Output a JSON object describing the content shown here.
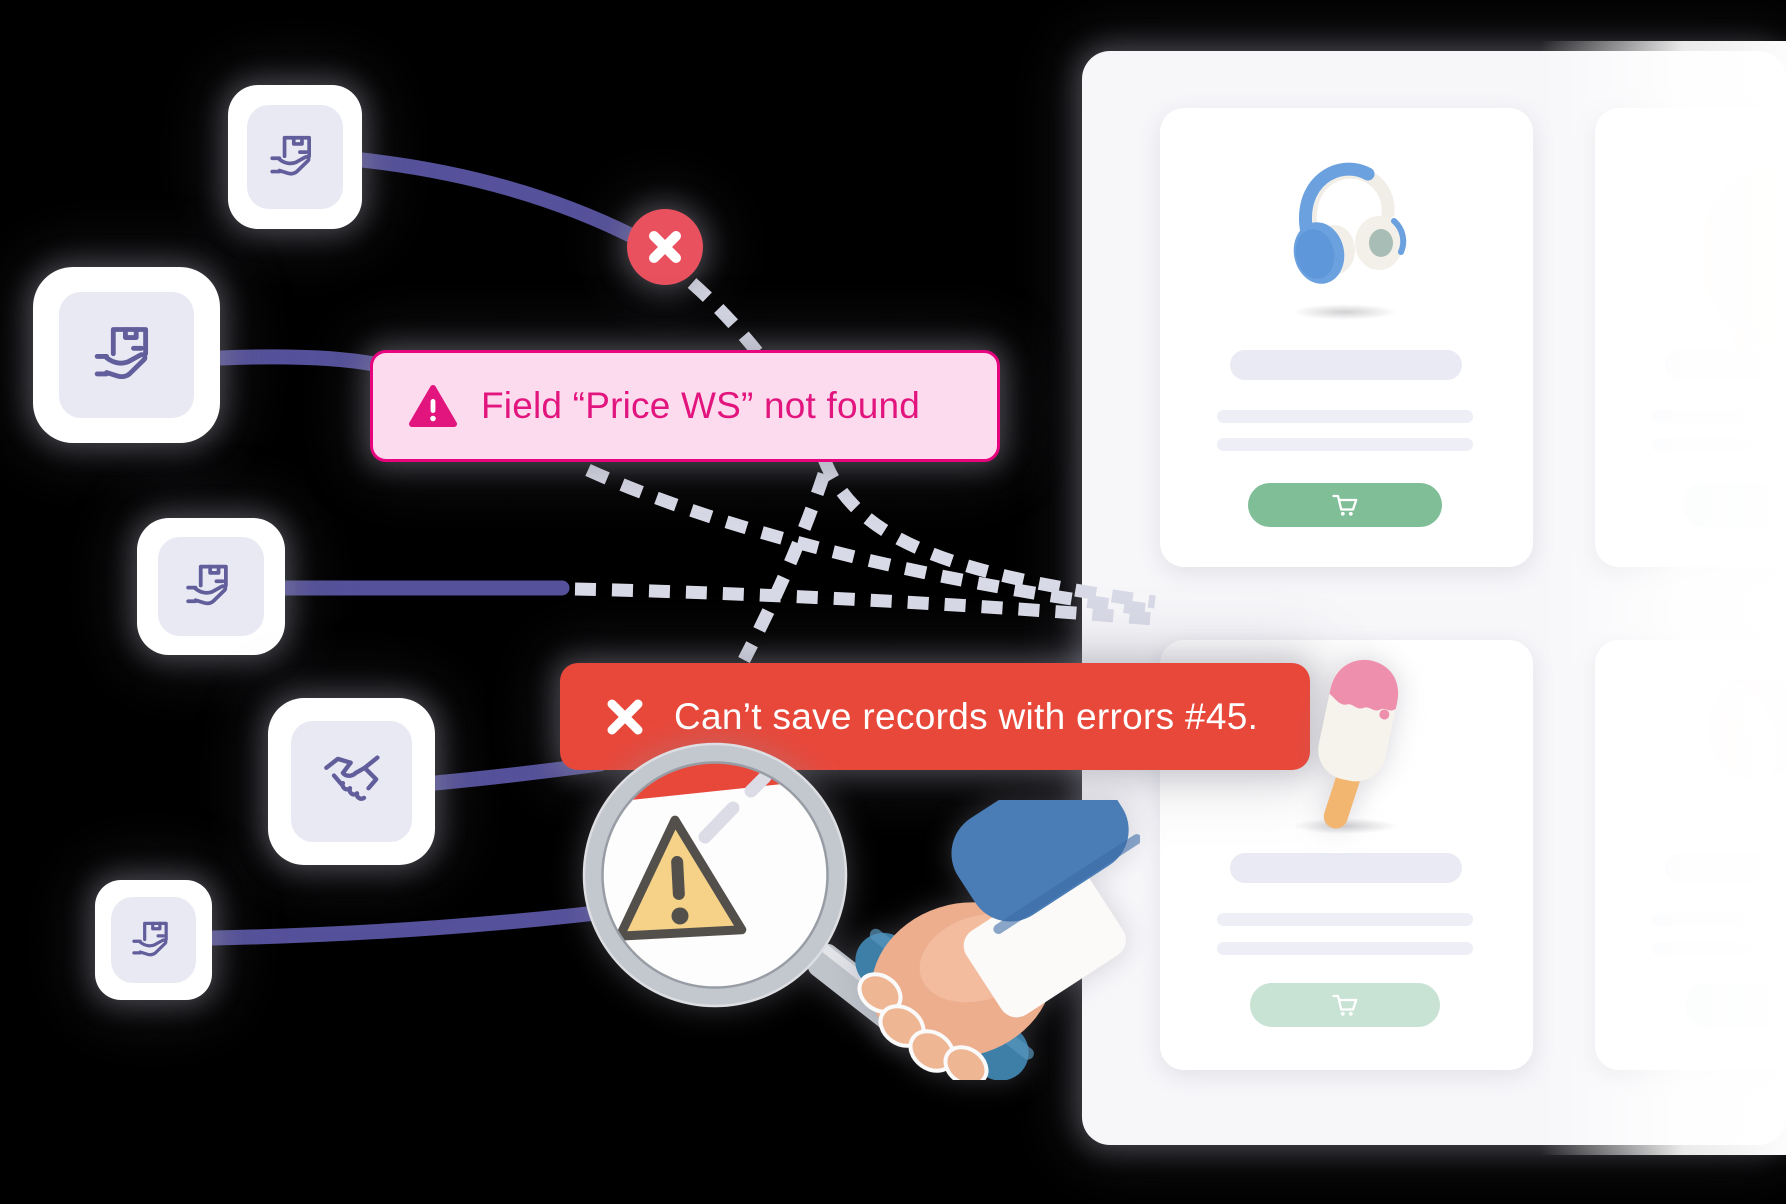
{
  "illustration": {
    "background": "#000000",
    "flow": {
      "nodes": [
        {
          "id": "source-1",
          "icon": "package-hand-icon"
        },
        {
          "id": "source-2",
          "icon": "package-hand-icon"
        },
        {
          "id": "source-3",
          "icon": "package-hand-icon"
        },
        {
          "id": "source-4",
          "icon": "handshake-icon"
        },
        {
          "id": "source-5",
          "icon": "package-hand-icon"
        }
      ],
      "connector_solid_color": "#55519B",
      "connector_dashed_color": "#D9DAE7",
      "error_marker": {
        "icon": "x-circle-icon",
        "color": "#E9515F"
      }
    },
    "alerts": [
      {
        "id": "field-error",
        "icon": "warning-triangle-icon",
        "text": "Field “Price WS” not found",
        "background": "#FCDBEE",
        "border": "#E7047F",
        "text_color": "#E2157E"
      },
      {
        "id": "save-error",
        "icon": "x-mark-icon",
        "text": "Can’t save records with errors #45.",
        "background": "#E8483A",
        "text_color": "#FFFFFF"
      }
    ],
    "magnifier": {
      "icon": "warning-triangle-icon",
      "triangle_fill": "#F5D288",
      "held_by": "hand-with-blue-sleeve"
    },
    "catalog_panel": {
      "background": "#F7F7FA",
      "cards": [
        {
          "id": "product-headphones",
          "image": "headphones-3d",
          "skeleton_lines": 3,
          "button": {
            "icon": "cart-icon",
            "color": "#80BE97"
          }
        },
        {
          "id": "product-popsicle",
          "image": "popsicle-3d",
          "skeleton_lines": 3,
          "button": {
            "icon": "cart-icon",
            "color": "#C8E3D3"
          }
        },
        {
          "id": "product-bag",
          "image": "bag-3d",
          "skeleton_lines": 3,
          "faded": true,
          "button": {
            "icon": "cart-icon",
            "color": "#C8E3D3"
          }
        },
        {
          "id": "product-ball",
          "image": "beach-ball-3d",
          "skeleton_lines": 3,
          "faded": true,
          "button": {
            "icon": "cart-icon",
            "color": "#C8E3D3"
          }
        }
      ]
    }
  }
}
